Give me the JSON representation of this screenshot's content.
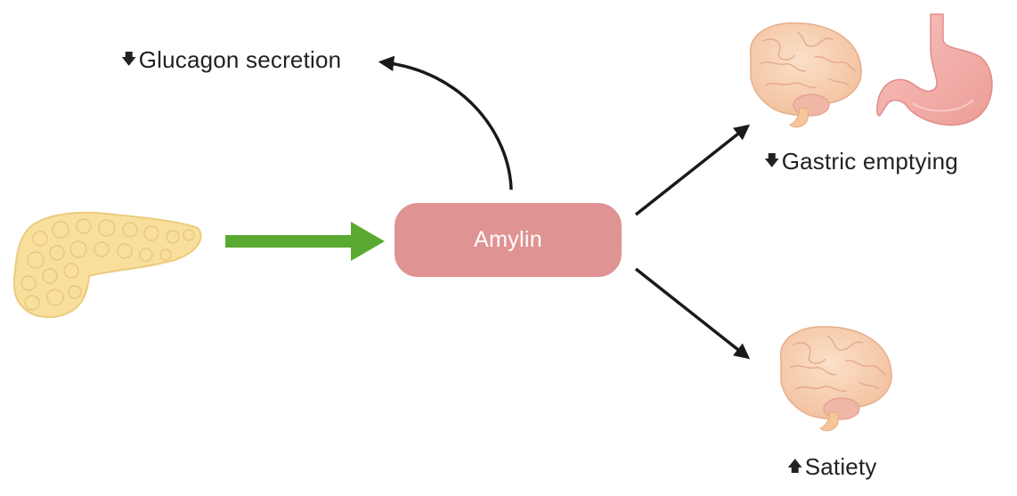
{
  "center": {
    "label": "Amylin",
    "color": "#e09393"
  },
  "effects": [
    {
      "label": "Glucagon secretion",
      "direction": "decrease",
      "direction_icon": "down-arrow-icon",
      "glyph": "🡇"
    },
    {
      "label": "Gastric emptying",
      "direction": "decrease",
      "direction_icon": "down-arrow-icon",
      "glyph": "🡇"
    },
    {
      "label": "Satiety",
      "direction": "increase",
      "direction_icon": "up-arrow-icon",
      "glyph": "🡅"
    }
  ],
  "colors": {
    "input_arrow": "#5aaa32",
    "effect_arrows": "#1a1a1a",
    "pancreas": "#f9df9c",
    "brain": "#f7cdb0",
    "stomach": "#f2a9a5",
    "text": "#222222"
  },
  "icons": {
    "source": "pancreas-icon",
    "gastric_targets": [
      "brain-icon",
      "stomach-icon"
    ],
    "satiety_target": "brain-icon"
  }
}
